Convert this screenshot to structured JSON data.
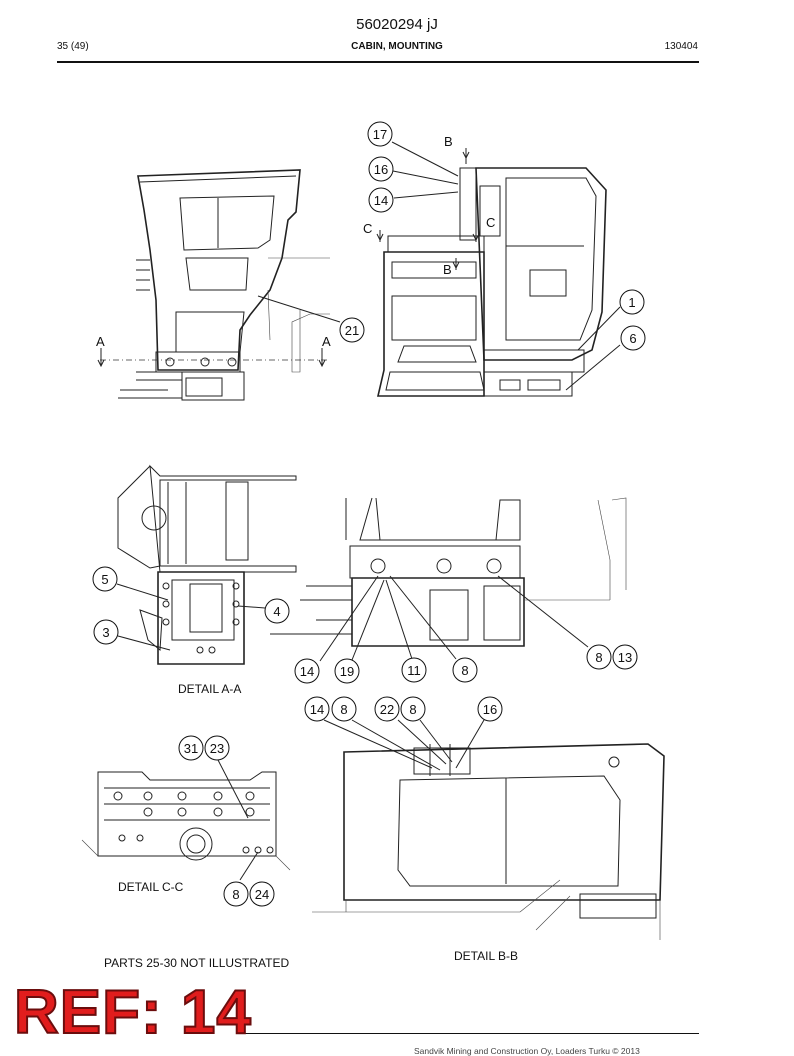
{
  "header": {
    "doc_number": "56020294 jJ",
    "page": "35 (49)",
    "section_title": "CABIN, MOUNTING",
    "date_code": "130404"
  },
  "detail_labels": {
    "a_a": "DETAIL A-A",
    "c_c": "DETAIL C-C",
    "b_b": "DETAIL B-B"
  },
  "section_letters": [
    "A",
    "A",
    "B",
    "B",
    "C",
    "C"
  ],
  "note": "PARTS 25-30 NOT ILLUSTRATED",
  "callouts": [
    "17",
    "16",
    "14",
    "21",
    "1",
    "6",
    "5",
    "4",
    "3",
    "14",
    "19",
    "11",
    "8",
    "8",
    "13",
    "14",
    "8",
    "22",
    "8",
    "16",
    "31",
    "23",
    "8",
    "24"
  ],
  "stamp": "REF: 14",
  "footer": "Sandvik Mining and Construction Oy, Loaders Turku © 2013"
}
